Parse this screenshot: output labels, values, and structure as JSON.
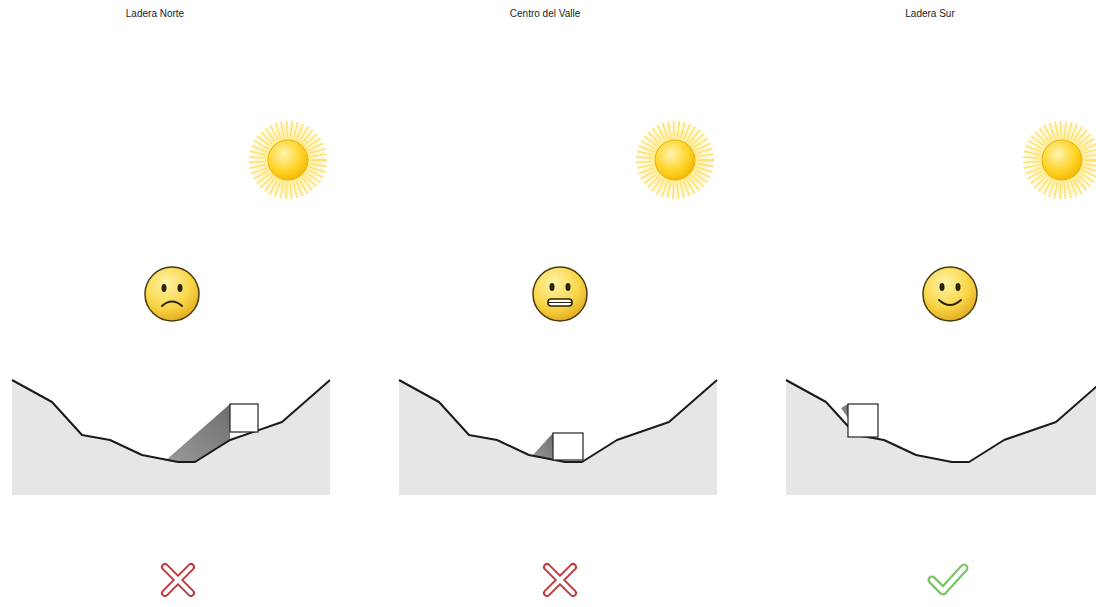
{
  "diagram": {
    "labels": [
      "Ladera Norte",
      "Centro del Valle",
      "Ladera Sur"
    ]
  }
}
